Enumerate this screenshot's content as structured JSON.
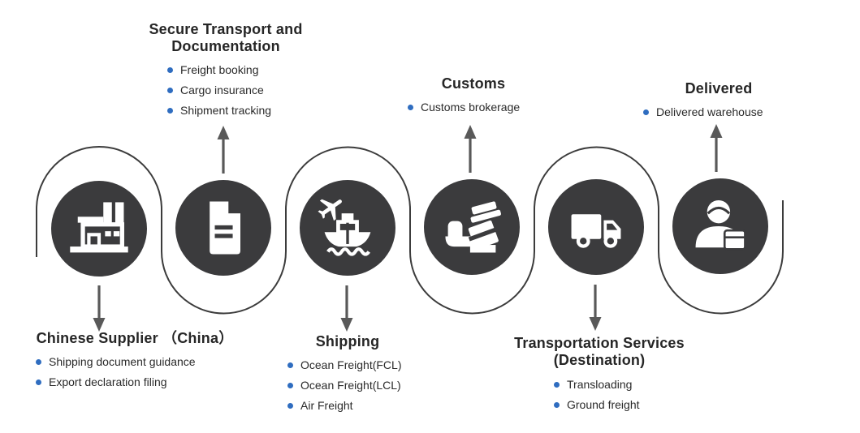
{
  "diagram": {
    "type": "process-flow",
    "stages": [
      {
        "title": "Chinese Supplier （China）",
        "title_lines": [
          "Chinese Supplier （China）"
        ],
        "bullets": [
          "Shipping document guidance",
          "Export declaration filing"
        ],
        "label_position": "below",
        "icon": "factory-icon"
      },
      {
        "title": "Secure Transport and Documentation",
        "title_lines": [
          "Secure Transport and",
          "Documentation"
        ],
        "bullets": [
          "Freight booking",
          "Cargo insurance",
          "Shipment tracking"
        ],
        "label_position": "above",
        "icon": "document-icon"
      },
      {
        "title": "Shipping",
        "title_lines": [
          "Shipping"
        ],
        "bullets": [
          "Ocean Freight(FCL)",
          "Ocean Freight(LCL)",
          "Air Freight"
        ],
        "label_position": "below",
        "icon": "ship-and-plane-icon"
      },
      {
        "title": "Customs",
        "title_lines": [
          "Customs"
        ],
        "bullets": [
          "Customs brokerage"
        ],
        "label_position": "above",
        "icon": "customs-officer-icon"
      },
      {
        "title": "Transportation Services (Destination)",
        "title_lines": [
          "Transportation Services",
          "(Destination)"
        ],
        "bullets": [
          "Transloading",
          "Ground freight"
        ],
        "label_position": "below",
        "icon": "truck-icon"
      },
      {
        "title": "Delivered",
        "title_lines": [
          "Delivered"
        ],
        "bullets": [
          "Delivered warehouse"
        ],
        "label_position": "above",
        "icon": "delivery-person-icon"
      }
    ],
    "colors": {
      "node_fill": "#3b3b3d",
      "icon": "#ffffff",
      "bullet_dot": "#2f6dc0",
      "title_text": "#262626",
      "bullet_text": "#2a2a2a",
      "flow_line": "#3c3c3c",
      "arrow": "#595959",
      "background": "#ffffff"
    }
  }
}
